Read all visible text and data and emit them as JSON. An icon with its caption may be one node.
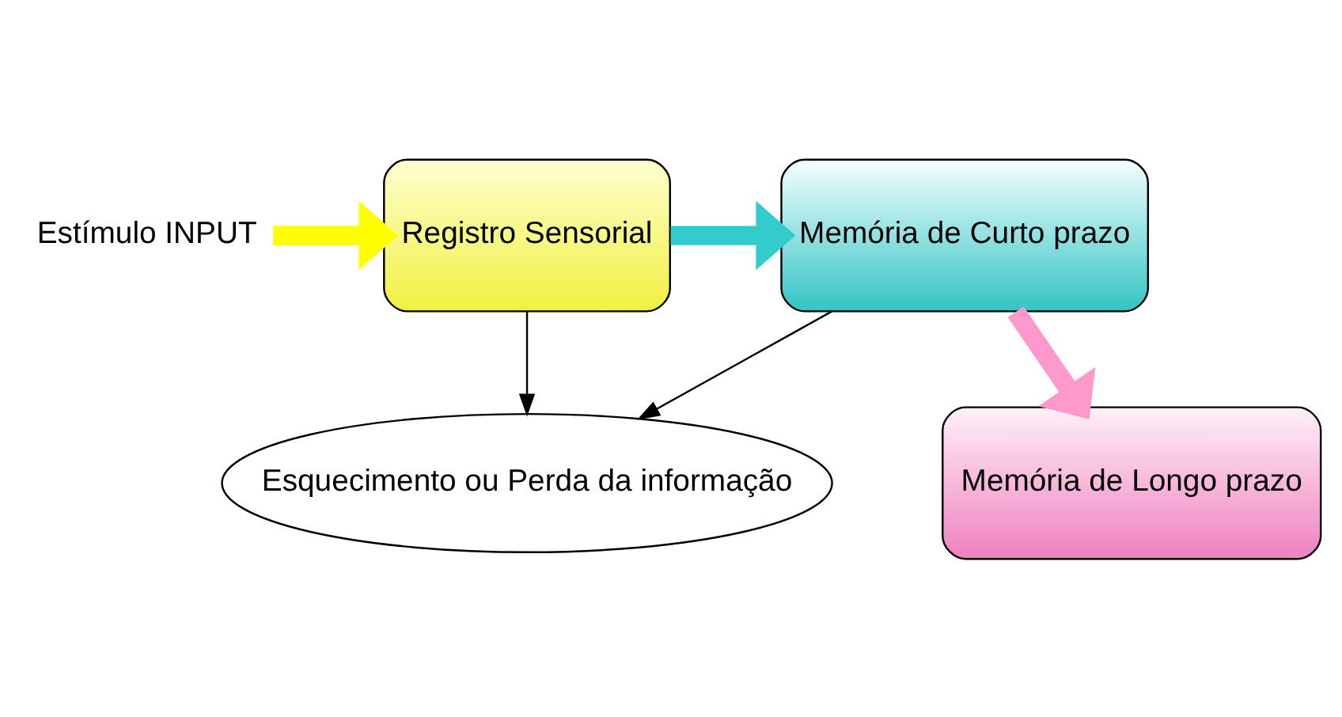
{
  "diagram": {
    "nodes": [
      {
        "text": [
          "Estímulo INPUT"
        ]
      },
      {
        "text": [
          "Registro Sensorial"
        ]
      },
      {
        "text": [
          "Memória de Curto prazo"
        ]
      },
      {
        "text": [
          "Memória de Longo prazo"
        ]
      },
      {
        "text": [
          "Esquecimento ou Perda da informação"
        ]
      }
    ],
    "edges": [
      {
        "from": 0,
        "to": 1,
        "arrow": "to",
        "color": "#ffff00"
      },
      {
        "from": 1,
        "to": 2,
        "arrow": "to",
        "color": "#33cccc"
      },
      {
        "from": 2,
        "to": 3,
        "arrow": "to",
        "color": "#ff99cc"
      },
      {
        "from": 1,
        "to": 4,
        "arrow": "to"
      },
      {
        "from": 2,
        "to": 4,
        "arrow": "to"
      }
    ]
  }
}
